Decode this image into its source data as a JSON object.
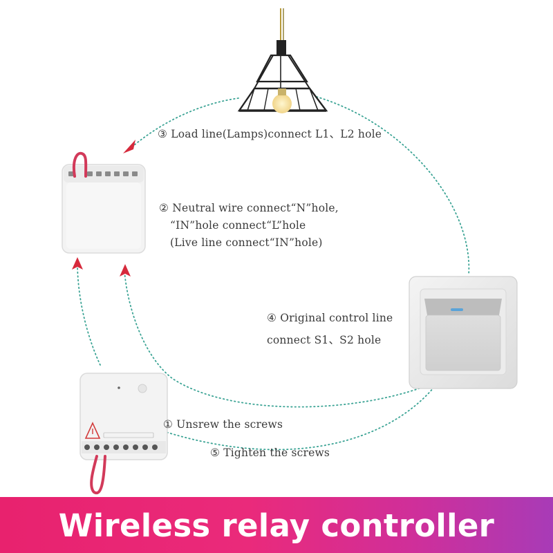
{
  "steps": {
    "step3": {
      "lines": [
        "③ Load line(Lamps)connect L1、L2 hole"
      ]
    },
    "step2": {
      "lines": [
        "② Neutral wire connect“N”hole,",
        "“IN”hole connect“L”hole",
        "(Live line connect“IN”hole)"
      ]
    },
    "step4": {
      "lines": [
        "④ Original control line",
        "connect S1、S2 hole"
      ]
    },
    "step1": {
      "lines": [
        "① Unsrew the screws"
      ]
    },
    "step5": {
      "lines": [
        "⑤ Tighten the screws"
      ]
    }
  },
  "banner": {
    "title": "Wireless relay controller"
  },
  "colors": {
    "dotted_path": "#3aa394",
    "arrow": "#d62a3c",
    "banner_start": "#e8226e",
    "banner_end": "#a83bb7",
    "wire": "#d23a5a"
  },
  "icons": [
    "pendant-lamp-icon",
    "relay-module-icon",
    "wall-switch-icon",
    "wireless-relay-controller-icon"
  ]
}
